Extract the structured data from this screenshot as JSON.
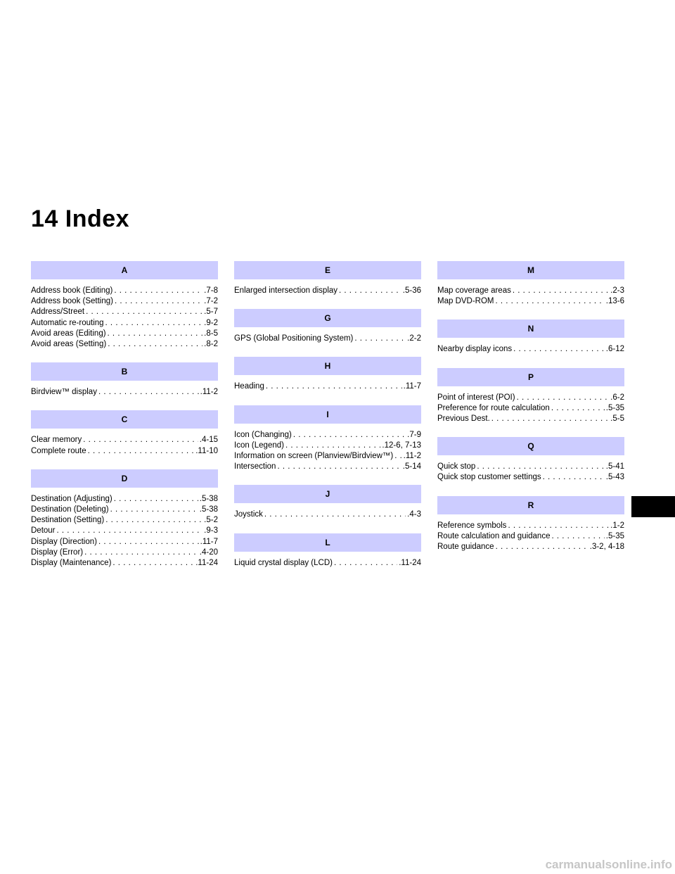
{
  "title": "14 Index",
  "columns": [
    {
      "sections": [
        {
          "letter": "A",
          "entries": [
            {
              "term": "Address book (Editing)",
              "page": ".7-8"
            },
            {
              "term": "Address book (Setting)",
              "page": ".7-2"
            },
            {
              "term": "Address/Street",
              "page": ".5-7"
            },
            {
              "term": "Automatic re-routing",
              "page": ".9-2"
            },
            {
              "term": "Avoid areas (Editing)",
              "page": ".8-5"
            },
            {
              "term": "Avoid areas (Setting)",
              "page": ".8-2"
            }
          ]
        },
        {
          "letter": "B",
          "entries": [
            {
              "term": "Birdview™ display",
              "page": ".11-2"
            }
          ]
        },
        {
          "letter": "C",
          "entries": [
            {
              "term": "Clear memory",
              "page": ".4-15"
            },
            {
              "term": "Complete route",
              "page": ".11-10"
            }
          ]
        },
        {
          "letter": "D",
          "entries": [
            {
              "term": "Destination (Adjusting)",
              "page": ".5-38"
            },
            {
              "term": "Destination (Deleting)",
              "page": ".5-38"
            },
            {
              "term": "Destination (Setting)",
              "page": ".5-2"
            },
            {
              "term": "Detour",
              "page": ".9-3"
            },
            {
              "term": "Display (Direction)",
              "page": ".11-7"
            },
            {
              "term": "Display (Error)",
              "page": ".4-20"
            },
            {
              "term": "Display (Maintenance)",
              "page": ".11-24"
            }
          ]
        }
      ]
    },
    {
      "sections": [
        {
          "letter": "E",
          "entries": [
            {
              "term": "Enlarged intersection display",
              "page": ".5-36"
            }
          ]
        },
        {
          "letter": "G",
          "entries": [
            {
              "term": "GPS (Global Positioning System)",
              "page": ".2-2"
            }
          ]
        },
        {
          "letter": "H",
          "entries": [
            {
              "term": "Heading",
              "page": ".11-7"
            }
          ]
        },
        {
          "letter": "I",
          "entries": [
            {
              "term": "Icon (Changing)",
              "page": ".7-9"
            },
            {
              "term": "Icon (Legend)",
              "page": ".12-6, 7-13"
            },
            {
              "term": "Information on screen (Planview/Birdview™)",
              "page": ".11-2"
            },
            {
              "term": "Intersection",
              "page": ".5-14"
            }
          ]
        },
        {
          "letter": "J",
          "entries": [
            {
              "term": "Joystick",
              "page": ".4-3"
            }
          ]
        },
        {
          "letter": "L",
          "entries": [
            {
              "term": "Liquid crystal display (LCD)",
              "page": ".11-24"
            }
          ]
        }
      ]
    },
    {
      "sections": [
        {
          "letter": "M",
          "entries": [
            {
              "term": "Map coverage areas",
              "page": ".2-3"
            },
            {
              "term": "Map DVD-ROM",
              "page": ".13-6"
            }
          ]
        },
        {
          "letter": "N",
          "entries": [
            {
              "term": "Nearby display icons",
              "page": ".6-12"
            }
          ]
        },
        {
          "letter": "P",
          "entries": [
            {
              "term": "Point of interest (POI)",
              "page": ".6-2"
            },
            {
              "term": "Preference for route calculation",
              "page": ".5-35"
            },
            {
              "term": "Previous Dest.",
              "page": ".5-5"
            }
          ]
        },
        {
          "letter": "Q",
          "entries": [
            {
              "term": "Quick stop",
              "page": ".5-41"
            },
            {
              "term": "Quick stop customer settings",
              "page": ".5-43"
            }
          ]
        },
        {
          "letter": "R",
          "entries": [
            {
              "term": "Reference symbols",
              "page": ".1-2"
            },
            {
              "term": "Route calculation and guidance",
              "page": ".5-35"
            },
            {
              "term": "Route guidance",
              "page": ".3-2, 4-18"
            }
          ]
        }
      ]
    }
  ],
  "watermark": "carmanualsonline.info",
  "colors": {
    "letter_bar": "#ccccff",
    "thumb_tab": "#000000"
  }
}
